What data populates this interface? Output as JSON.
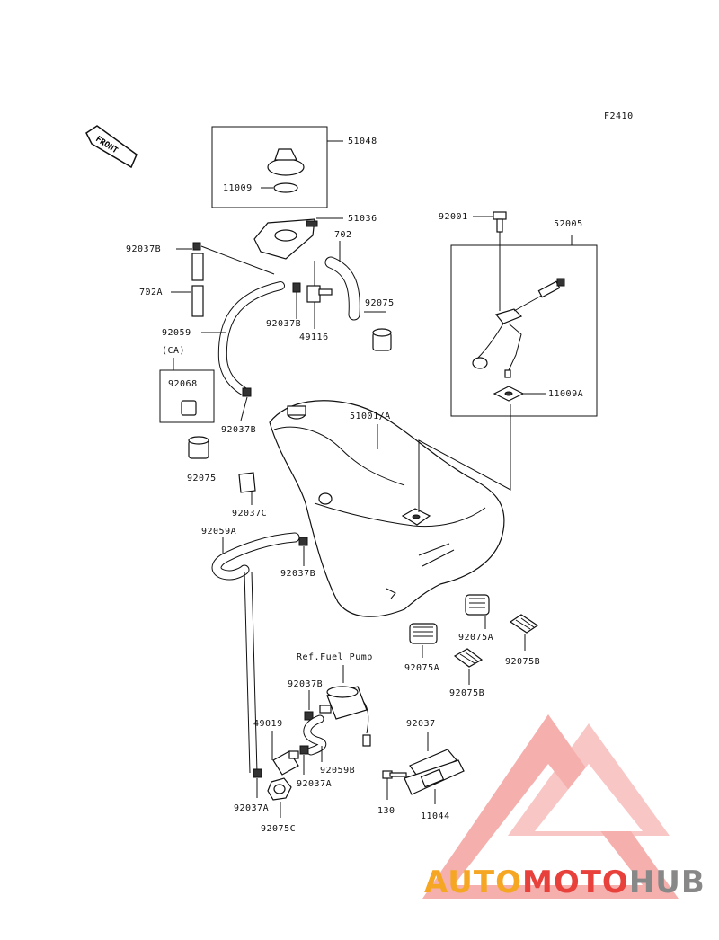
{
  "figure_code": "F2410",
  "front_label": "FRONT",
  "ref_note": "Ref.Fuel Pump",
  "variant_note": "(CA)",
  "parts": {
    "p51048": "51048",
    "p11009": "11009",
    "p51036": "51036",
    "p702": "702",
    "p92037B_a": "92037B",
    "p702A": "702A",
    "p92037B_b": "92037B",
    "p49116": "49116",
    "p92075_a": "92075",
    "p92059": "92059",
    "p92068": "92068",
    "p92037B_c": "92037B",
    "p92075_b": "92075",
    "p51001A": "51001/A",
    "p92001": "92001",
    "p52005": "52005",
    "p11009A": "11009A",
    "p92037C": "92037C",
    "p92059A": "92059A",
    "p92037B_d": "92037B",
    "p92075A_a": "92075A",
    "p92075A_b": "92075A",
    "p92075B_a": "92075B",
    "p92075B_b": "92075B",
    "p92037B_e": "92037B",
    "p49019": "49019",
    "p92059B": "92059B",
    "p92037A_a": "92037A",
    "p92037A_b": "92037A",
    "p92075C": "92075C",
    "p92037": "92037",
    "p130": "130",
    "p11044": "11044"
  },
  "watermark": {
    "part1": "AUTO",
    "part2": "MOTO",
    "part3": "HUB",
    "color_orange": "#f5a623",
    "color_red": "#e8413c",
    "color_gray": "#888888"
  }
}
